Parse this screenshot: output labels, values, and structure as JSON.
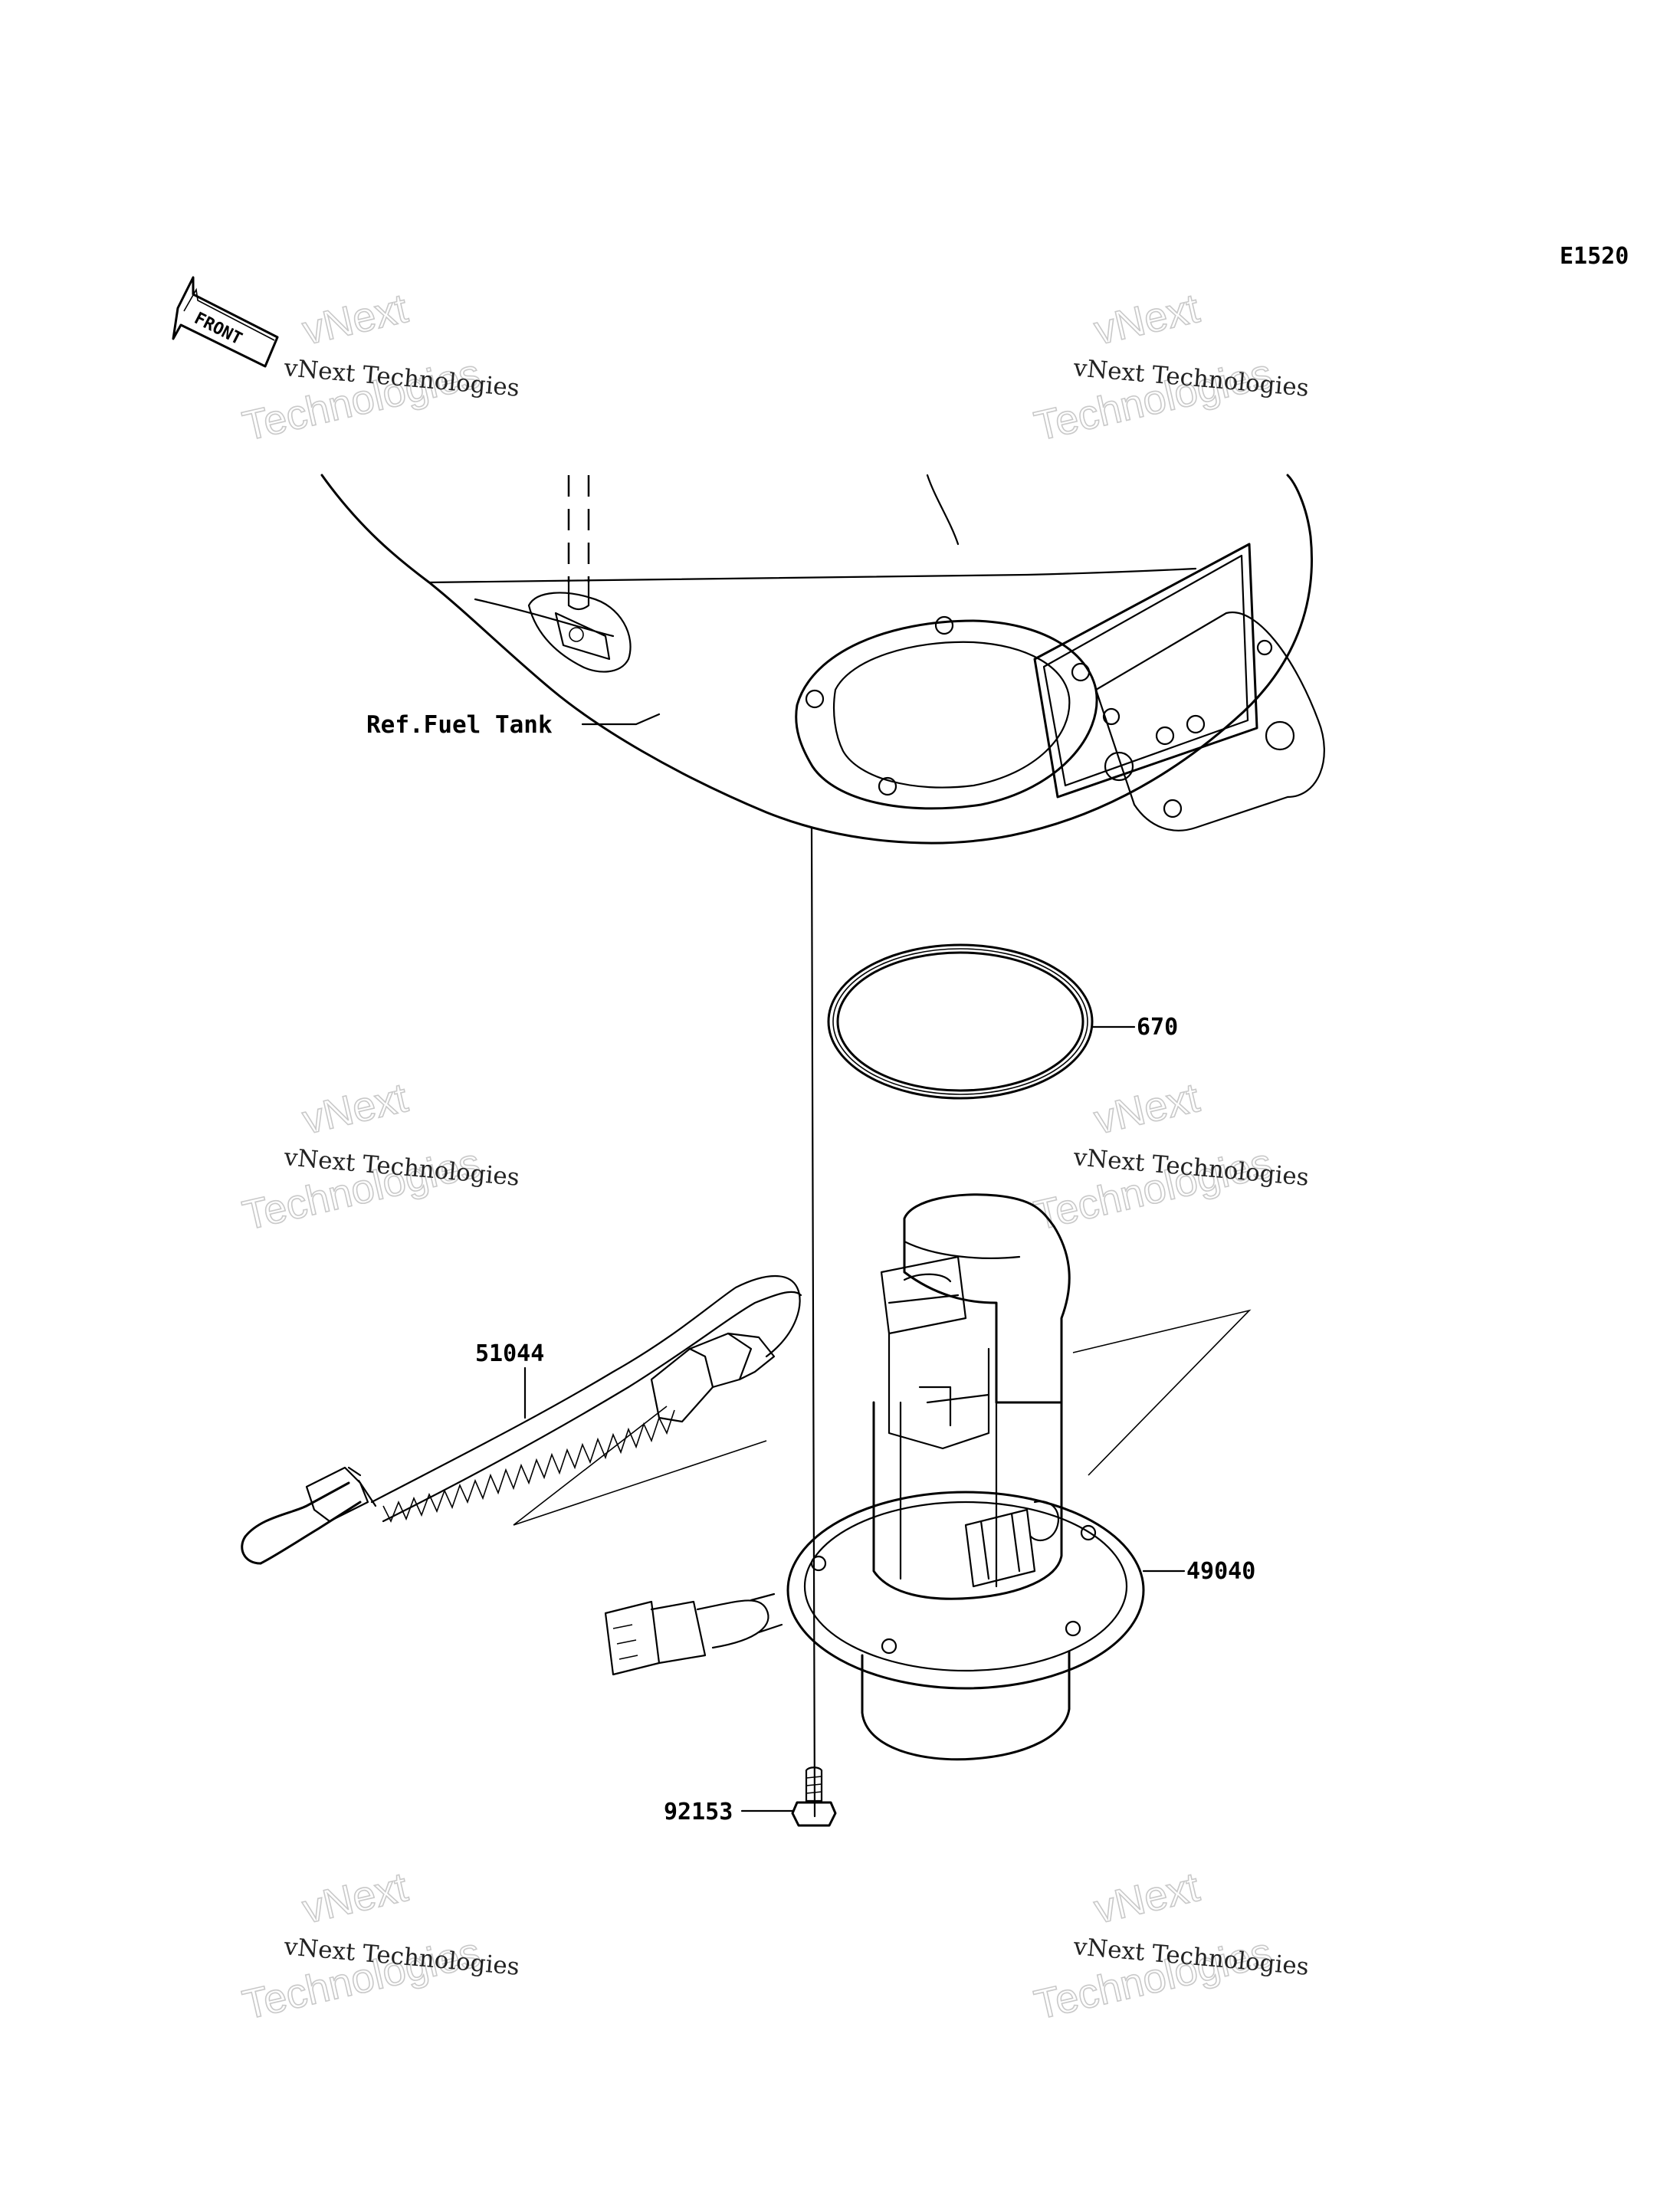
{
  "diagram_code": "E1520",
  "front_arrow_label": "FRONT",
  "parts": {
    "ref_fuel_tank": "Ref.Fuel Tank",
    "o_ring": "670",
    "harness": "51044",
    "fuel_pump": "49040",
    "bolt": "92153"
  },
  "watermarks": [
    {
      "line1": "vNext Technologies",
      "line2": "vNext",
      "line3": "Technologies"
    },
    {
      "line1": "vNext Technologies",
      "line2": "vNext",
      "line3": "Technologies"
    },
    {
      "line1": "vNext Technologies",
      "line2": "vNext",
      "line3": "Technologies"
    },
    {
      "line1": "vNext Technologies",
      "line2": "vNext",
      "line3": "Technologies"
    },
    {
      "line1": "vNext Technologies",
      "line2": "vNext",
      "line3": "Technologies"
    },
    {
      "line1": "vNext Technologies",
      "line2": "vNext",
      "line3": "Technologies"
    }
  ]
}
